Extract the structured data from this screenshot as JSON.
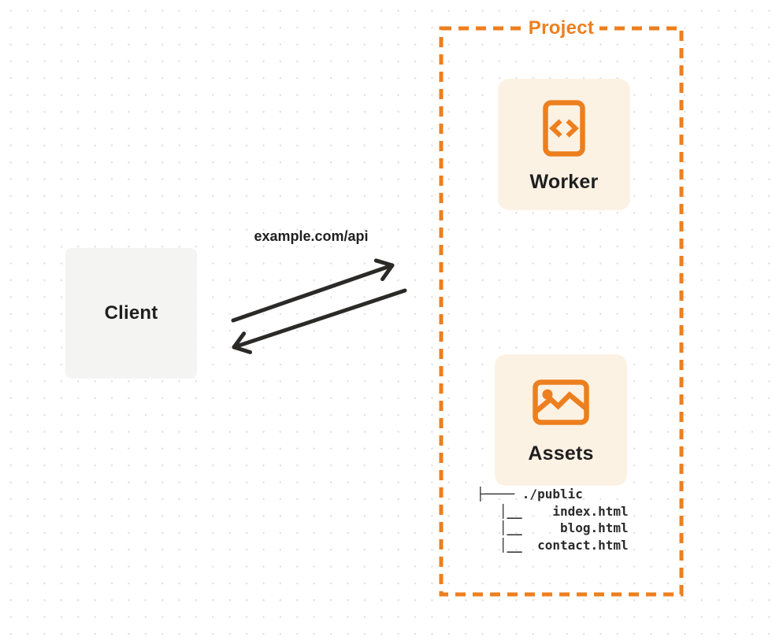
{
  "colors": {
    "accent_orange": "#ED7F1E",
    "card_background": "#FCF2E4",
    "client_background": "#F4F4F3",
    "ink": "#1F1F1F",
    "arrow": "#2B2A27",
    "dot_grid": "#E2E2E2"
  },
  "client": {
    "label": "Client"
  },
  "request": {
    "label": "example.com/api"
  },
  "project": {
    "label": "Project",
    "worker": {
      "label": "Worker",
      "icon": "code-document-icon"
    },
    "assets": {
      "label": "Assets",
      "icon": "image-icon"
    },
    "file_tree": {
      "lines": [
        "├──── ./public",
        "   │__    index.html",
        "   │__     blog.html",
        "   │__  contact.html"
      ]
    }
  }
}
